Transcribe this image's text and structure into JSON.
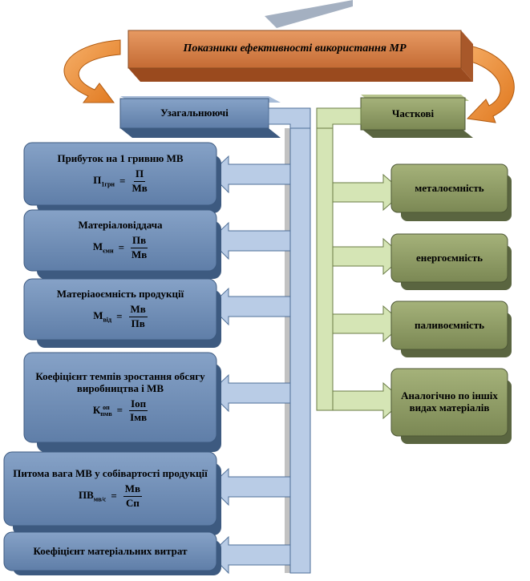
{
  "title": "Показники ефективності використання МР",
  "general": "Узагальнюючі",
  "partial": "Часткові",
  "general_items": [
    {
      "text": "Прибуток на 1 гривню МВ",
      "formula": {
        "lhs": "П",
        "sub": "1грн",
        "num": "П",
        "den": "Мв"
      }
    },
    {
      "text": "Матеріаловіддача",
      "formula": {
        "lhs": "М",
        "sub": "ємн",
        "num": "Пв",
        "den": "Мв"
      }
    },
    {
      "text": "Матеріаоємність продукції",
      "formula": {
        "lhs": "М",
        "sub": "від",
        "num": "Мв",
        "den": "Пв"
      }
    },
    {
      "text": "Коефіцієнт темпів зростання обсягу виробництва і МВ",
      "formula": {
        "lhs": "К",
        "sub": "пмв",
        "sup": "оп",
        "num": "Іоп",
        "den": "Імв"
      }
    },
    {
      "text": "Питома вага МВ у собівартості продукції",
      "formula": {
        "lhs": "ПВ",
        "sub": "мв/с",
        "num": "Мв",
        "den": "Сп"
      }
    },
    {
      "text": "Коефіцієнт матеріальних витрат"
    }
  ],
  "partial_items": [
    "металоємність",
    "енергоємність",
    "паливоємність",
    "Аналогічно по іншіх видах матеріалів"
  ],
  "colors": {
    "title_fill": "#d9824a",
    "title_dark": "#9a4a1e",
    "general_fill": "#6f8eb7",
    "general_dark": "#3d5a80",
    "general_header": "#8aa5c9",
    "partial_fill": "#8c9a63",
    "partial_dark": "#5a6540",
    "partial_header": "#98a76d",
    "bus_blue": "#b7cbe6",
    "bus_green": "#d5e5b5",
    "arrow_orange": "#f0923a"
  }
}
